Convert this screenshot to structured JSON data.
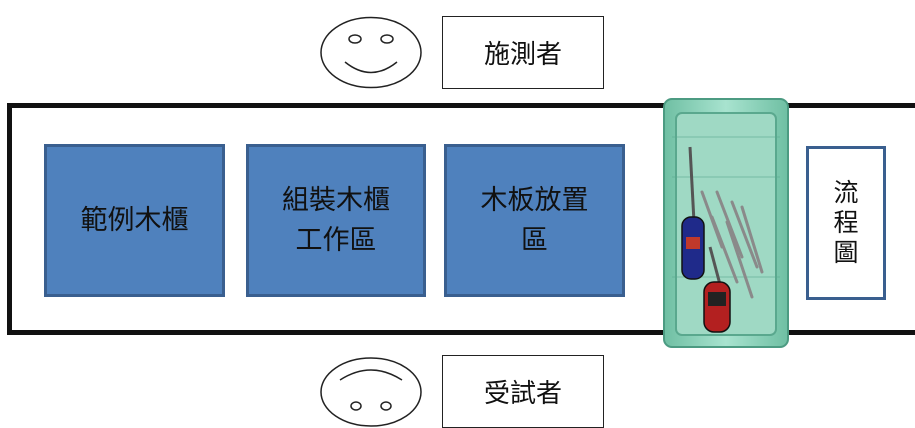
{
  "top_person": {
    "icon": "smiley-face-icon",
    "label": "施測者"
  },
  "bottom_person": {
    "icon": "person-top-view-icon",
    "label": "受試者"
  },
  "zones": [
    {
      "lines": [
        "範例木櫃"
      ]
    },
    {
      "lines": [
        "組裝木櫃",
        "工作區"
      ]
    },
    {
      "lines": [
        "木板放置",
        "區"
      ]
    }
  ],
  "flowchart": {
    "chars": [
      "流",
      "程",
      "圖"
    ]
  },
  "tool_basket": {
    "icon": "tool-basket-icon"
  },
  "colors": {
    "zone_fill": "#4f81bd",
    "zone_border": "#3a5f8f",
    "basket": "#8fd3bd"
  }
}
